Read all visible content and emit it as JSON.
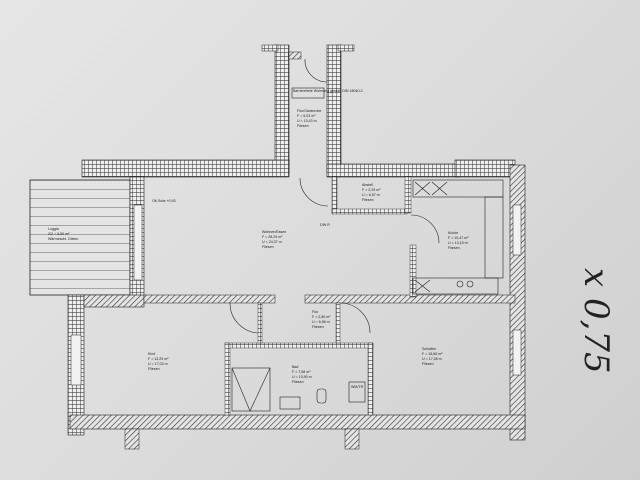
{
  "plan": {
    "rooms": [
      {
        "name": "Flur/Garderobe",
        "area": "F = 5,03 m²",
        "perimeter": "U = 10,43 m",
        "floor": "Fliesen"
      },
      {
        "name": "Wohnen/Essen",
        "area": "F = 28,29 m²",
        "perimeter": "U = 24,37 m",
        "floor": "Fliesen"
      },
      {
        "name": "Abstell",
        "area": "F = 2,29 m²",
        "perimeter": "U = 6,57 m",
        "floor": "Fliesen"
      },
      {
        "name": "Küche",
        "area": "F = 10,47 m²",
        "perimeter": "U = 13,15 m",
        "floor": "Fliesen"
      },
      {
        "name": "Loggia",
        "area": "2/2 = 5,50 m²",
        "perimeter": "",
        "floor": "Wärmesohl. Dielen"
      },
      {
        "name": "Kind",
        "area": "F = 13,29 m²",
        "perimeter": "U = 17,03 m",
        "floor": "Fliesen"
      },
      {
        "name": "Flur",
        "area": "F = 2,80 m²",
        "perimeter": "U = 6,98 m",
        "floor": "Fliesen"
      },
      {
        "name": "Bad",
        "area": "F = 7,58 m²",
        "perimeter": "U = 10,90 m",
        "floor": "Fliesen"
      },
      {
        "name": "Schlafen",
        "area": "F = 15,65 m²",
        "perimeter": "U = 17,28 m",
        "floor": "Fliesen"
      }
    ],
    "annotations": {
      "entrance_note": "Barrierefreie Wohnung gemäß DIN 18040-2",
      "washer": "WM/TR",
      "door_label": "DIN R",
      "sill_label": "OK Brüs +0,93"
    },
    "handwritten": "x 0,75"
  }
}
